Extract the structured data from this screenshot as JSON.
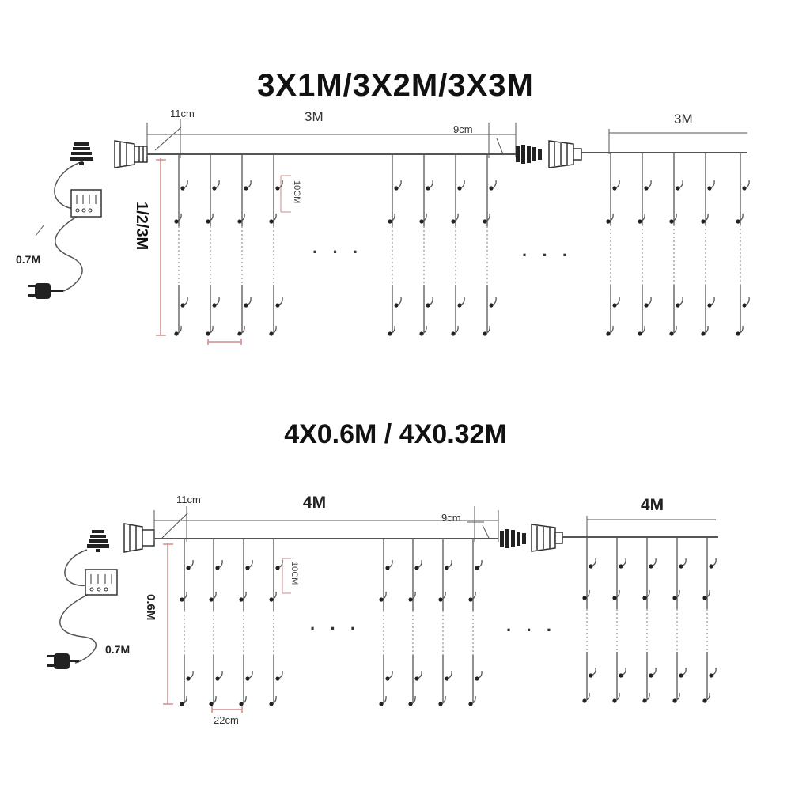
{
  "diagrams": [
    {
      "title": "3X1M/3X2M/3X3M",
      "main_length": "3M",
      "extension_length": "3M",
      "start_offset": "11cm",
      "end_offset": "9cm",
      "drop_length": "1/2/3M",
      "bulb_spacing_vertical": "10CM",
      "power_cord_length": "0.7M"
    },
    {
      "title": "4X0.6M / 4X0.32M",
      "main_length": "4M",
      "extension_length": "4M",
      "start_offset": "11cm",
      "end_offset": "9cm",
      "drop_length": "0.6M",
      "bulb_spacing_vertical": "10CM",
      "drop_spacing": "22cm",
      "power_cord_length": "0.7M"
    }
  ],
  "ellipsis": "· · ·",
  "colors": {
    "line": "#555555",
    "dim_red": "#d28b8b",
    "dark": "#222222"
  },
  "icons": [
    "plug-icon",
    "controller-icon",
    "end-cap-icon",
    "connector-icon",
    "bulb-icon"
  ]
}
